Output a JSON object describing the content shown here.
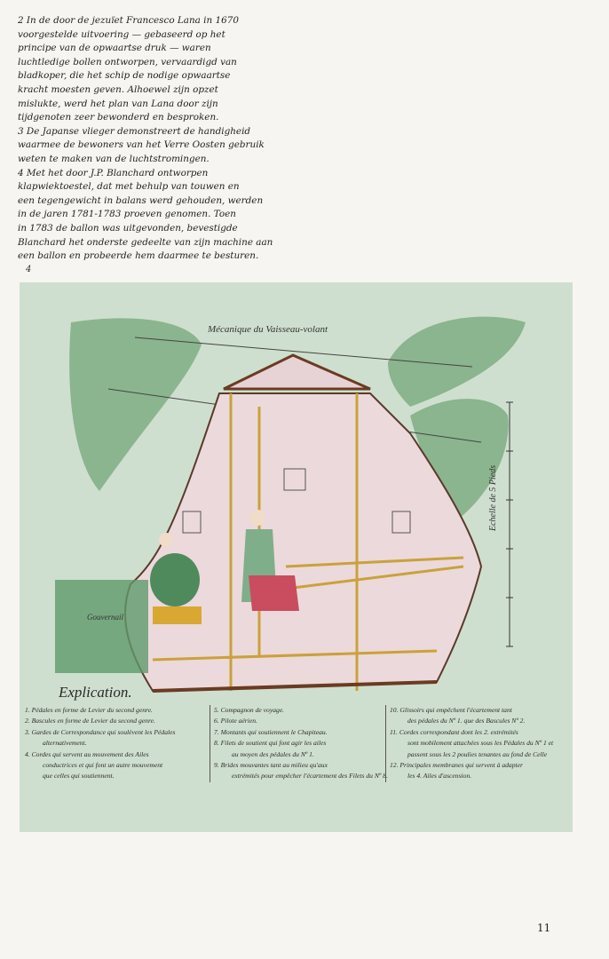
{
  "caption_lines": [
    "2   In de door de jezuïet Francesco Lana in 1670",
    "voorgestelde uitvoering — gebaseerd op het",
    "principe van de opwaartse druk — waren",
    "luchtledige bollen ontworpen, vervaardigd van",
    "bladkoper, die het schip de nodige opwaartse",
    "kracht moesten geven. Alhoewel zijn opzet",
    "mislukte, werd het plan van Lana door zijn",
    "tijdgenoten zeer bewonderd en besproken.",
    "3   De Japanse vlieger demonstreert de handigheid",
    "waarmee de bewoners van het Verre Oosten gebruik",
    "weten te maken van de luchtstromingen.",
    "4   Met het door J.P. Blanchard ontworpen",
    "klapwiektoestel, dat met behulp van touwen en",
    "een tegengewicht in balans werd gehouden, werden",
    "in de jaren 1781-1783 proeven genomen. Toen",
    "in 1783 de ballon was uitgevonden, bevestigde",
    "Blanchard het onderste gedeelte van zijn machine aan",
    "een ballon en probeerde hem daarmee te besturen."
  ],
  "figure_number": "4",
  "plate": {
    "title": "Mécanique du Vaisseau-volant",
    "gouvernail": "Gouvernail",
    "scale": "Echelle de 5 Pieds",
    "explication_title": "Explication.",
    "col1": [
      "1. Pédales en forme de Levier du second genre.",
      "2. Bascules en forme de Levier du second genre.",
      "3. Gardes de Correspondance qui soulèvent les Pédales",
      "alternativement.",
      "4. Cordes qui servent au mouvement des Ailes",
      "conductrices et qui font un autre mouvement",
      "que celles qui soutiennent."
    ],
    "col2": [
      "5. Compagnon de voyage.",
      "6. Pilote aérien.",
      "7. Montants qui soutiennent le Chapiteau.",
      "8. Filets de soutient qui font agir les ailes",
      "au moyen des pédales du Nº 1.",
      "9. Brides mouvantes tant au milieu qu'aux",
      "extrémités pour empêcher l'écartement des Filets du Nº 8."
    ],
    "col3": [
      "10. Glissoirs qui empêchent l'écartement tant",
      "des pédales du Nº 1. que des Bascules Nº 2.",
      "11. Cordes correspondant dont les 2. extrémités",
      "sont mobilement attachées sous les Pédales du Nº 1 et",
      "passent sous les 2 poulies tenantes au fond de Celle",
      "12. Principales membranes qui servent à adapter",
      "les 4. Ailes d'ascension."
    ]
  },
  "page_number": "11"
}
